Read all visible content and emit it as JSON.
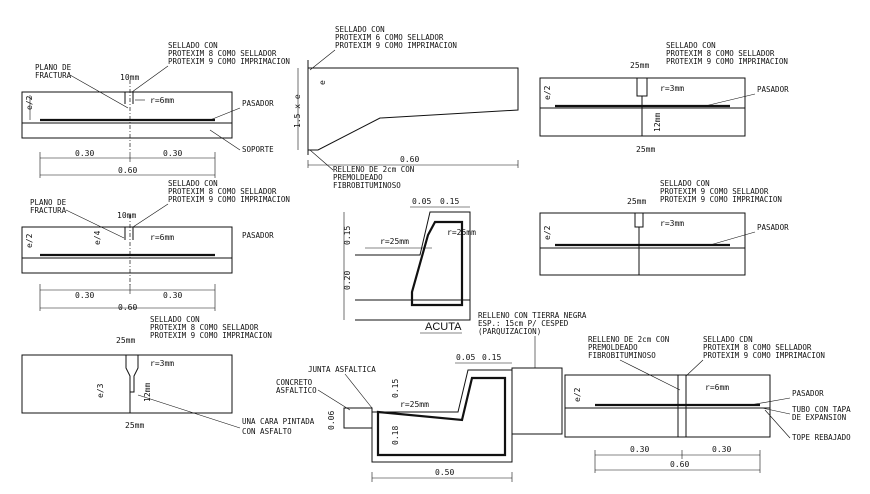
{
  "labels": {
    "sellado_con": "SELLADO CON",
    "protexim8": "PROTEXIM 8 COMO SELLADOR",
    "protexim9": "PROTEXIM 9 COMO IMPRIMACION",
    "protexim6": "PROTEXIM 6 COMO SELLADOR",
    "protexim9s": "PROTEXIM 9 COMO SELLADOR",
    "sellado_cdn": "SELLADO CDN",
    "protexim8_sellador": "PROTEXIM 8 COMO SELLADOR",
    "plano_de": "PLANO DE",
    "fractura": "FRACTURA",
    "pasador": "PASADOR",
    "soporte": "SOPORTE",
    "relleno_2cm": "RELLENO DE 2cm CON",
    "premoldeado": "PREMOLDEADO",
    "fibrobituminoso": "FIBROBITUMINOSO",
    "acuta": "ACUTA",
    "relleno_tierra": "RELLENO CON TIERRA NEGRA",
    "esp_15cm": "ESP.: 15cm P/ CESPED",
    "parquizacion": "(PARQUIZACION)",
    "junta_asfaltica": "JUNTA ASFALTICA",
    "concreto": "CONCRETO",
    "asfaltico": "ASFALTICO",
    "una_cara": "UNA CARA PINTADA",
    "con_asfalto": "CON ASFALTO",
    "tubo_con_tapa": "TUBO CON TAPA",
    "de_expansion": "DE EXPANSION",
    "tope_rebajado": "TOPE REBAJADO"
  },
  "dims": {
    "d10mm": "10mm",
    "d25mm": "25mm",
    "d12mm": "12mm",
    "d030": "0.30",
    "d060": "0.60",
    "d005": "0.05",
    "d015": "0.15",
    "d020": "0.20",
    "d018": "0.18",
    "d006": "0.06",
    "d050": "0.50",
    "r6mm": "r=6mm",
    "r3mm": "r=3mm",
    "r25mm": "r=25mm",
    "e2": "e/2",
    "e3": "e/3",
    "e4": "e/4",
    "e15": "1.5 x e",
    "e": "e"
  }
}
